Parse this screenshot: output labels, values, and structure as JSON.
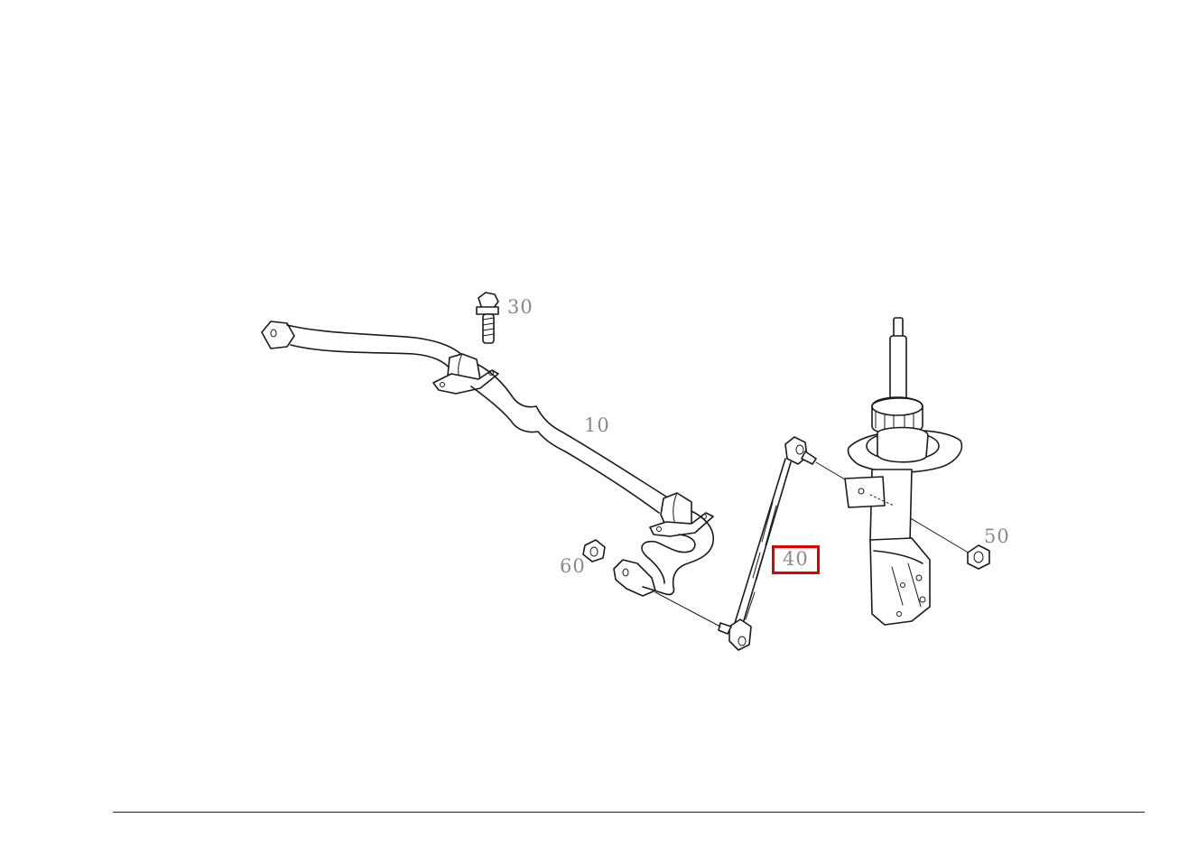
{
  "diagram": {
    "callouts": [
      {
        "id": "10",
        "text": "10"
      },
      {
        "id": "30",
        "text": "30"
      },
      {
        "id": "40",
        "text": "40",
        "highlighted": true
      },
      {
        "id": "50",
        "text": "50"
      },
      {
        "id": "60",
        "text": "60"
      }
    ],
    "highlight_color": "#e00000",
    "label_color": "#8a8a8a"
  }
}
